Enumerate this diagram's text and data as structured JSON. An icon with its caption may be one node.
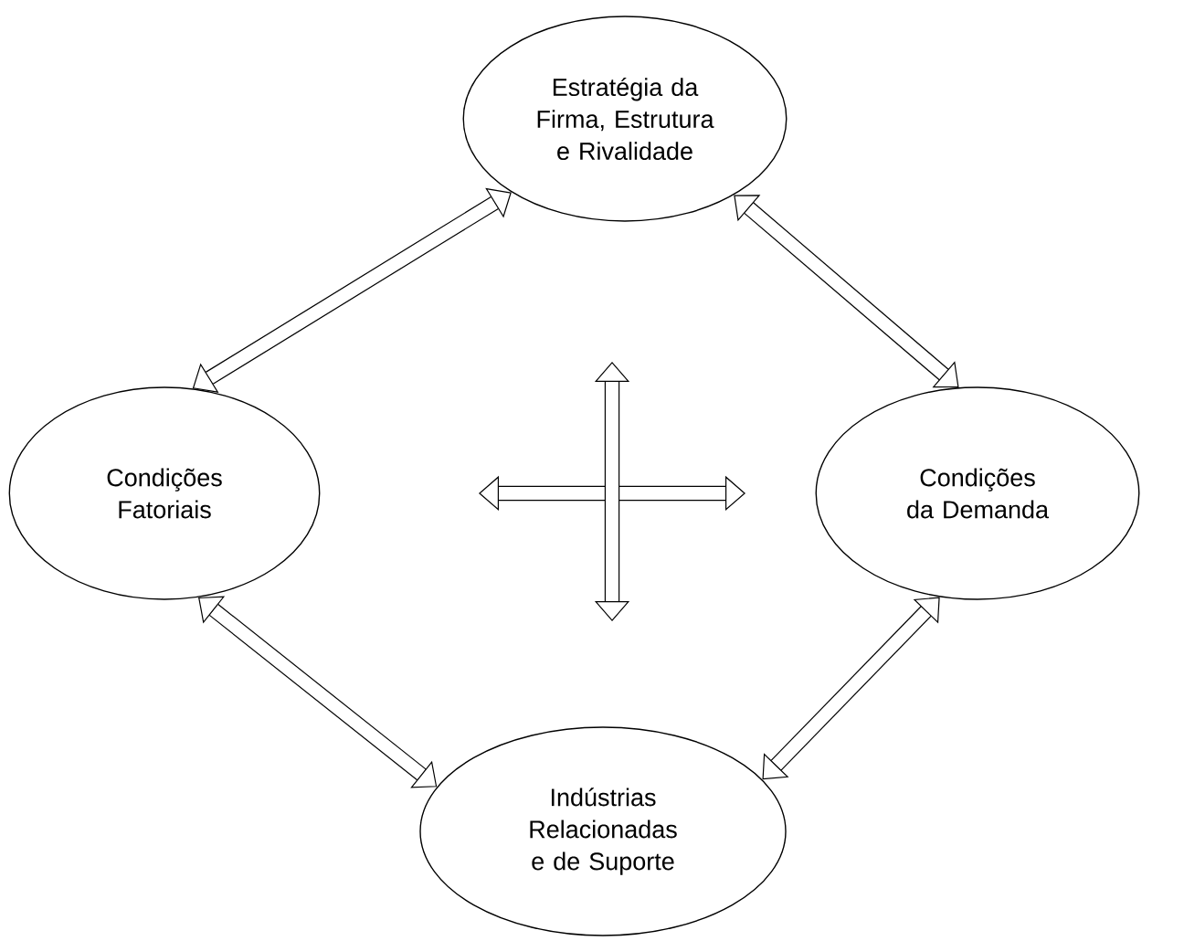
{
  "diagram": {
    "nodes": [
      {
        "text": [
          "Estratégia da Firma, Estrutura e Rivalidade"
        ]
      },
      {
        "text": [
          "Condições Fatoriais"
        ]
      },
      {
        "text": [
          "Condições da Demanda"
        ]
      },
      {
        "text": [
          "Indústrias Relacionadas e de Suporte"
        ]
      }
    ],
    "edges": [
      {
        "from": 1,
        "to": 0,
        "arrow": "both"
      },
      {
        "from": 0,
        "to": 2,
        "arrow": "both"
      },
      {
        "from": 1,
        "to": 3,
        "arrow": "both"
      },
      {
        "from": 2,
        "to": 3,
        "arrow": "both"
      }
    ]
  }
}
